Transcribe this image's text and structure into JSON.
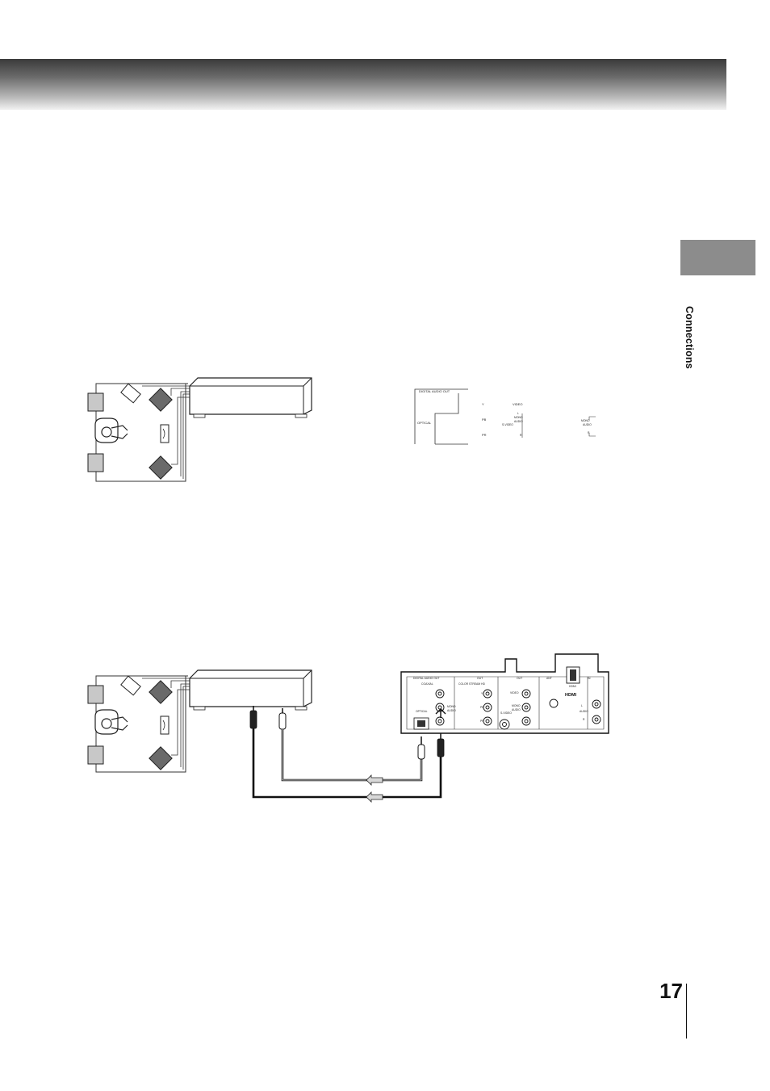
{
  "side_tab": {
    "label": "Connections"
  },
  "page": {
    "number": "17"
  },
  "panel_labels": {
    "digital_audio_out": "DIGITAL AUDIO OUT",
    "optical": "OPTICAL",
    "coaxial": "COAXIAL",
    "color_stream": "COLOR STREAM HD",
    "y": "Y",
    "pb": "PB",
    "pr": "PR",
    "video": "VIDEO",
    "s_video": "S-VIDEO",
    "mono": "MONO",
    "audio": "AUDIO",
    "left": "L",
    "right": "R",
    "out": "OUT",
    "in": "IN",
    "ant": "ANT",
    "hdmi": "HDMI",
    "hdmi_logo": "HDMI"
  }
}
